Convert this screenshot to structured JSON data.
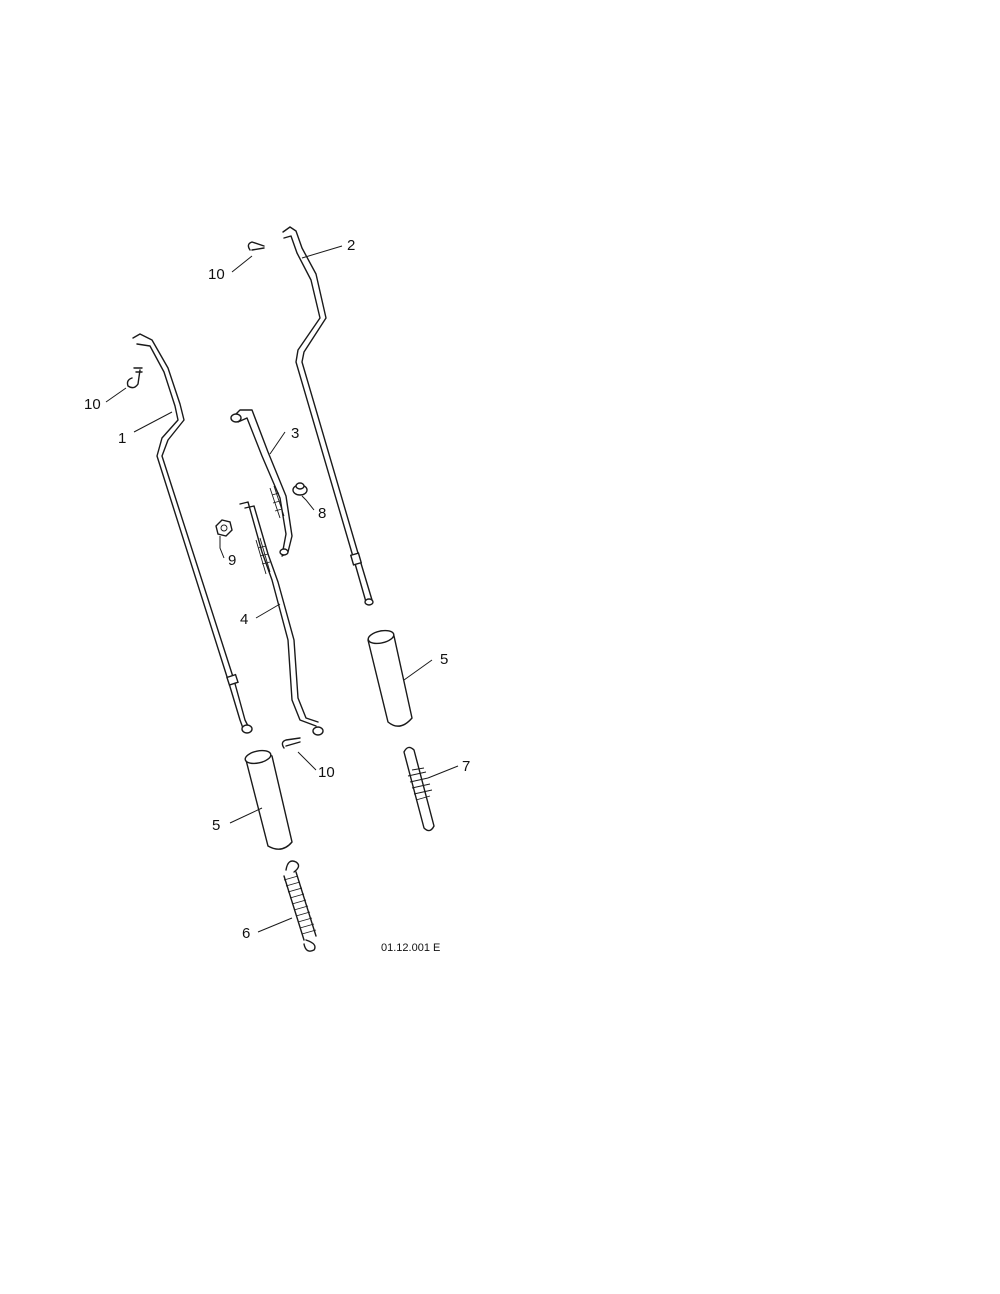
{
  "diagram": {
    "figure_code": "01.12.001 E",
    "callouts": {
      "rod_left": "1",
      "rod_right": "2",
      "bracket_upper": "3",
      "bracket_lower": "4",
      "sleeve_right": "5",
      "sleeve_left": "5",
      "spring_large": "6",
      "spring_small": "7",
      "bushing": "8",
      "nut": "9",
      "clip_top": "10",
      "clip_left": "10",
      "clip_bottom": "10"
    }
  }
}
